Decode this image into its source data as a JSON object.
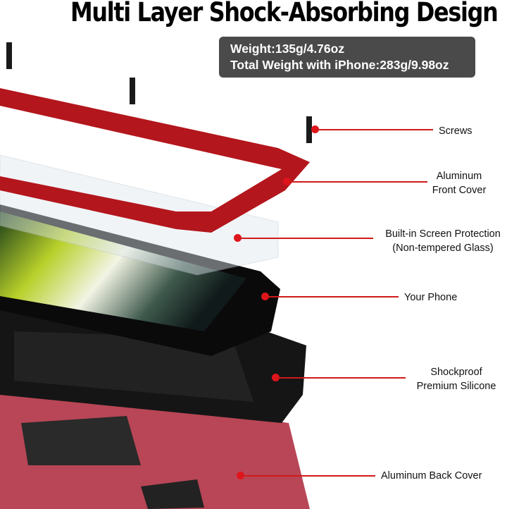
{
  "title": "Multi Layer Shock-Absorbing Design",
  "weight_box": {
    "line1": "Weight:135g/4.76oz",
    "line2": "Total Weight with iPhone:283g/9.98oz"
  },
  "labels": [
    {
      "lines": [
        "Screws"
      ]
    },
    {
      "lines": [
        "Aluminum",
        "Front Cover"
      ]
    },
    {
      "lines": [
        "Built-in Screen Protection",
        "(Non-tempered Glass)"
      ]
    },
    {
      "lines": [
        "Your Phone"
      ]
    },
    {
      "lines": [
        "Shockproof",
        "Premium Silicone"
      ]
    },
    {
      "lines": [
        "Aluminum Back Cover"
      ]
    }
  ],
  "colors": {
    "accent": "#e0141b",
    "frame": "#b3161c",
    "box": "#4a4a4a"
  }
}
